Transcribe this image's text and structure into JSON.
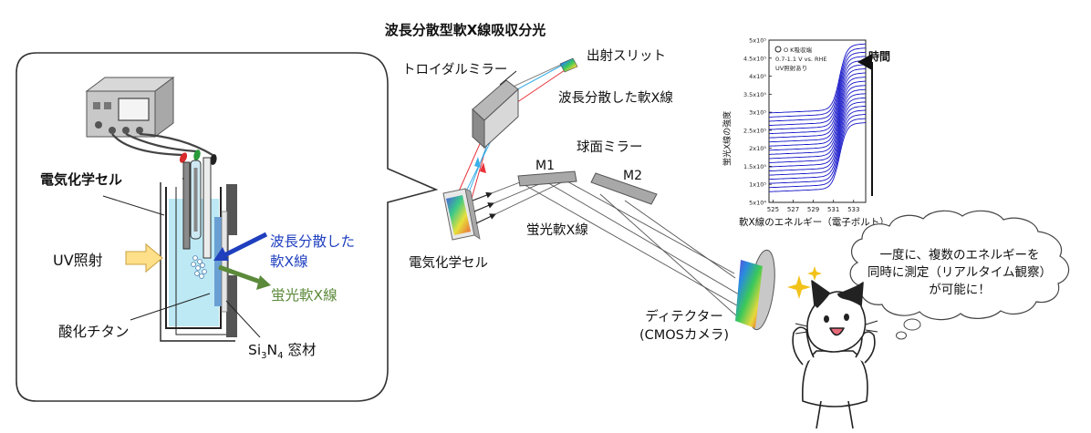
{
  "title": "波長分散型軟X線吸収分光",
  "cell_panel": {
    "cell_label": "電気化学セル",
    "uv_label": "UV照射",
    "dispersed_line1": "波長分散した",
    "dispersed_line2": "軟X線",
    "fluorescent": "蛍光軟X線",
    "titanium_oxide": "酸化チタン",
    "window_si": "Si",
    "window_sub3": "3",
    "window_n": "N",
    "window_sub4": "4",
    "window_rest": " 窓材"
  },
  "optics": {
    "toroidal_mirror": "トロイダルミラー",
    "exit_slit": "出射スリット",
    "dispersed": "波長分散した軟X線",
    "spherical_mirror": "球面ミラー",
    "m1": "M1",
    "m2": "M2",
    "fluorescent": "蛍光軟X線",
    "cell": "電気化学セル",
    "detector_line1": "ディテクター",
    "detector_line2": "(CMOSカメラ)"
  },
  "chart_data": {
    "type": "line",
    "title": "",
    "xlabel": "軟X線のエネルギー（電子ボルト）",
    "ylabel": "蛍光X線の強度",
    "xlim": [
      524.6,
      534.2
    ],
    "ylim": [
      50000,
      500000
    ],
    "xticks": [
      "525",
      "527",
      "529",
      "531",
      "533"
    ],
    "yticks": [
      "5x10⁴",
      "1x10⁵",
      "1.5x10⁵",
      "2x10⁵",
      "2.5x10⁵",
      "3x10⁵",
      "3.5x10⁵",
      "4x10⁵",
      "4.5x10⁵",
      "5x10⁵"
    ],
    "legend": [
      "O K吸収端",
      "0.7-1.1 V vs. RHE",
      "UV照射あり"
    ],
    "time_label": "時間",
    "series_count": 20,
    "series_baseline_first": 80000,
    "series_baseline_step": 11500,
    "series_edge_energy": 531.6,
    "series_edge_height": 180000,
    "grid": false
  },
  "bubble": {
    "line1": "一度に、複数のエネルギーを",
    "line2": "同時に測定（リアルタイム観察）",
    "line3": "が可能に！"
  },
  "colors": {
    "cell_liquid": "#bde9f5",
    "uv_arrow": "#ffe08a",
    "dispersed_blue": "#1f3fbf",
    "fluorescent_green": "#5b8a3a",
    "spectrum_blue": "#1414c8",
    "ray_red": "#e8323a",
    "ray_cyan": "#3aaee8"
  }
}
